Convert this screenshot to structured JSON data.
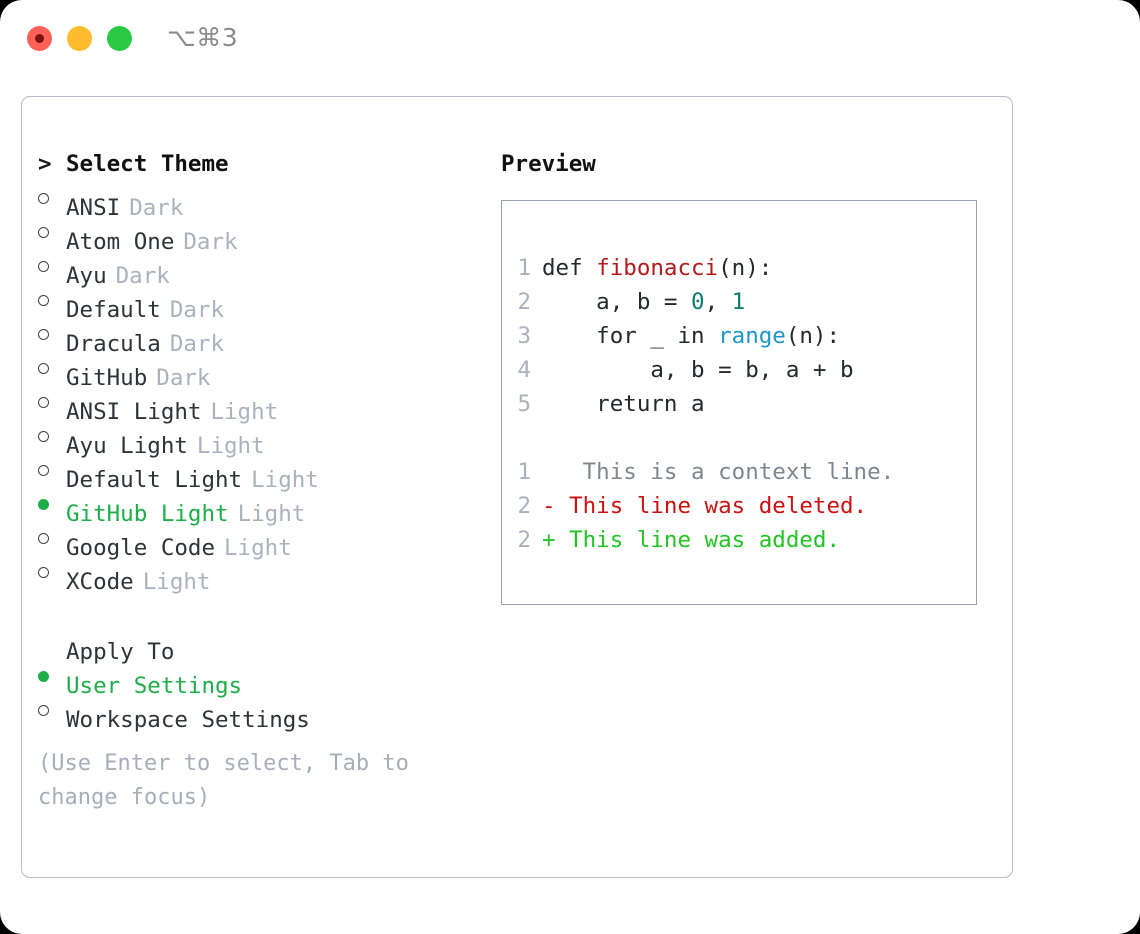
{
  "window": {
    "title_shortcut": "⌥⌘3",
    "traffic_lights": [
      {
        "name": "close-button",
        "color": "#FF6159"
      },
      {
        "name": "minimize-button",
        "color": "#FFBD2E"
      },
      {
        "name": "maximize-button",
        "color": "#2ACB42"
      }
    ]
  },
  "theme_selector": {
    "header": {
      "caret": ">",
      "label": "Select Theme"
    },
    "items": [
      {
        "name": "ANSI",
        "tag": "Dark",
        "selected": false
      },
      {
        "name": "Atom One",
        "tag": "Dark",
        "selected": false
      },
      {
        "name": "Ayu",
        "tag": "Dark",
        "selected": false
      },
      {
        "name": "Default",
        "tag": "Dark",
        "selected": false
      },
      {
        "name": "Dracula",
        "tag": "Dark",
        "selected": false
      },
      {
        "name": "GitHub",
        "tag": "Dark",
        "selected": false
      },
      {
        "name": "ANSI Light",
        "tag": "Light",
        "selected": false
      },
      {
        "name": "Ayu Light",
        "tag": "Light",
        "selected": false
      },
      {
        "name": "Default Light",
        "tag": "Light",
        "selected": false
      },
      {
        "name": "GitHub Light",
        "tag": "Light",
        "selected": true
      },
      {
        "name": "Google Code",
        "tag": "Light",
        "selected": false
      },
      {
        "name": "XCode",
        "tag": "Light",
        "selected": false
      }
    ]
  },
  "apply_to": {
    "label": "Apply To",
    "options": [
      {
        "name": "User Settings",
        "selected": true
      },
      {
        "name": "Workspace Settings",
        "selected": false
      }
    ]
  },
  "hint": "(Use Enter to select, Tab to change focus)",
  "preview": {
    "title": "Preview",
    "code_lines": [
      {
        "number": "1",
        "tokens": [
          {
            "text": "def ",
            "type": "plain"
          },
          {
            "text": "fibonacci",
            "type": "func"
          },
          {
            "text": "(n):",
            "type": "plain"
          }
        ]
      },
      {
        "number": "2",
        "tokens": [
          {
            "text": "    a, b = ",
            "type": "plain"
          },
          {
            "text": "0",
            "type": "num"
          },
          {
            "text": ", ",
            "type": "plain"
          },
          {
            "text": "1",
            "type": "num"
          }
        ]
      },
      {
        "number": "3",
        "tokens": [
          {
            "text": "    for _ in ",
            "type": "plain"
          },
          {
            "text": "range",
            "type": "call"
          },
          {
            "text": "(n):",
            "type": "plain"
          }
        ]
      },
      {
        "number": "4",
        "tokens": [
          {
            "text": "        a, b = b, a + b",
            "type": "plain"
          }
        ]
      },
      {
        "number": "5",
        "tokens": [
          {
            "text": "    return a",
            "type": "plain"
          }
        ]
      }
    ],
    "diff_lines": [
      {
        "number": "1",
        "sign": " ",
        "text": "  This is a context line.",
        "kind": "context"
      },
      {
        "number": "2",
        "sign": "-",
        "text": " This line was deleted.",
        "kind": "del"
      },
      {
        "number": "2",
        "sign": "+",
        "text": " This line was added.",
        "kind": "add"
      }
    ]
  },
  "colors": {
    "selected_green": "#1EAE48",
    "diff_add": "#22C522",
    "diff_del": "#CC1111",
    "func": "#B31B1B",
    "number": "#0B7C70",
    "call": "#1F95C9",
    "muted": "#aab2bd"
  }
}
